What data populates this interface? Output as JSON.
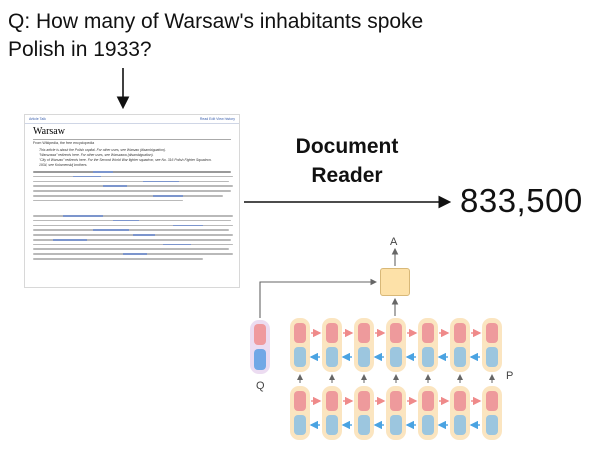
{
  "question": "Q:  How many of Warsaw's inhabitants spoke Polish in 1933?",
  "wiki": {
    "tabs_left": "Article   Talk",
    "tabs_right": "Read   Edit   View history",
    "title": "Warsaw",
    "from": "From Wikipedia, the free encyclopedia",
    "hatnotes": [
      "This article is about the Polish capital. For other uses, see Warsaw (disambiguation).",
      "\"Warszawa\" redirects here. For other uses, see Warszawa (disambiguation).",
      "\"City of Warsaw\" redirects here. For the Second World War fighter squadron, see No. 316 Polish Fighter Squadron.",
      "1934, see Kolomenskij brothers."
    ]
  },
  "reader_label": "Document Reader",
  "answer": "833,500",
  "network": {
    "label_a": "A",
    "label_q": "Q",
    "label_p": "P"
  },
  "colors": {
    "forward_arrow": "#ef8a8a",
    "backward_arrow": "#4aa3e2",
    "cell_bg": "#fbe5c0",
    "question_bg": "#ecdcf1",
    "answer_box": "#fde1a8"
  }
}
